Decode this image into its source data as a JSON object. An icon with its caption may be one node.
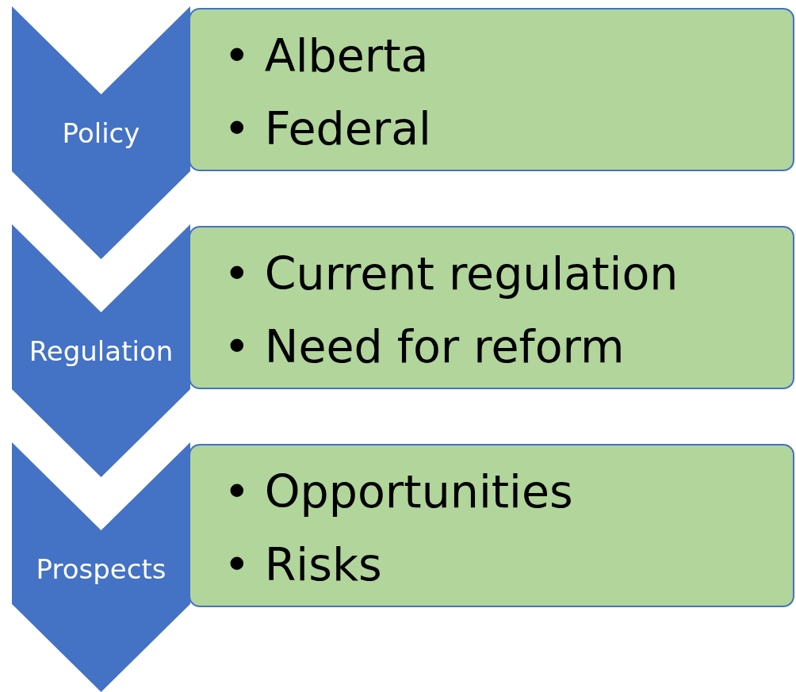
{
  "diagram": {
    "nodes": [
      {
        "text": [
          "Policy"
        ]
      },
      {
        "text": [
          "• Alberta",
          "• Federal"
        ]
      },
      {
        "text": [
          "Regulation"
        ]
      },
      {
        "text": [
          "• Current regulation",
          "• Need for reform"
        ]
      },
      {
        "text": [
          "Prospects"
        ]
      },
      {
        "text": [
          "• Opportunities",
          "• Risks"
        ]
      }
    ]
  }
}
